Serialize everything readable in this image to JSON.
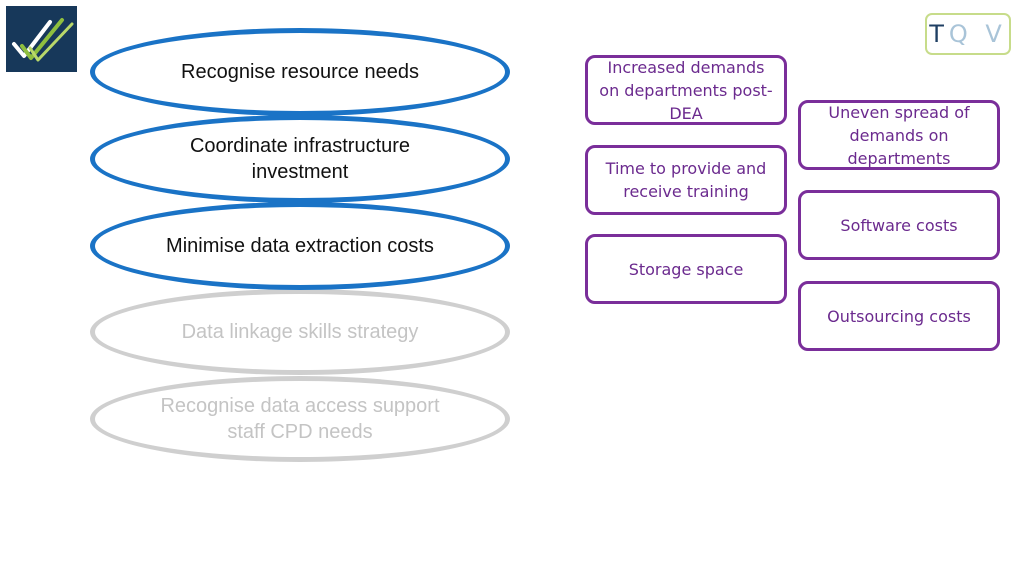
{
  "logo": {
    "icon": "checkmarks-logo-icon",
    "background": "#17385a"
  },
  "brand": {
    "t": "T",
    "qv": "Q V"
  },
  "ovals": [
    {
      "text": "Recognise resource needs",
      "state": "active"
    },
    {
      "text": "Coordinate infrastructure investment",
      "state": "active"
    },
    {
      "text": "Minimise data extraction costs",
      "state": "active"
    },
    {
      "text": "Data linkage skills strategy",
      "state": "inactive"
    },
    {
      "text": "Recognise data access support staff CPD needs",
      "state": "inactive"
    }
  ],
  "boxes_left": [
    {
      "text": "Increased demands on departments post-DEA"
    },
    {
      "text": "Time to provide and receive training"
    },
    {
      "text": "Storage space"
    }
  ],
  "boxes_right": [
    {
      "text": "Uneven spread of demands on departments"
    },
    {
      "text": "Software costs"
    },
    {
      "text": "Outsourcing costs"
    }
  ],
  "colors": {
    "oval_active_border": "#1a73c6",
    "oval_inactive_border": "#cfcfcf",
    "box_border": "#7a2e9a",
    "box_text": "#6b2a8e"
  }
}
